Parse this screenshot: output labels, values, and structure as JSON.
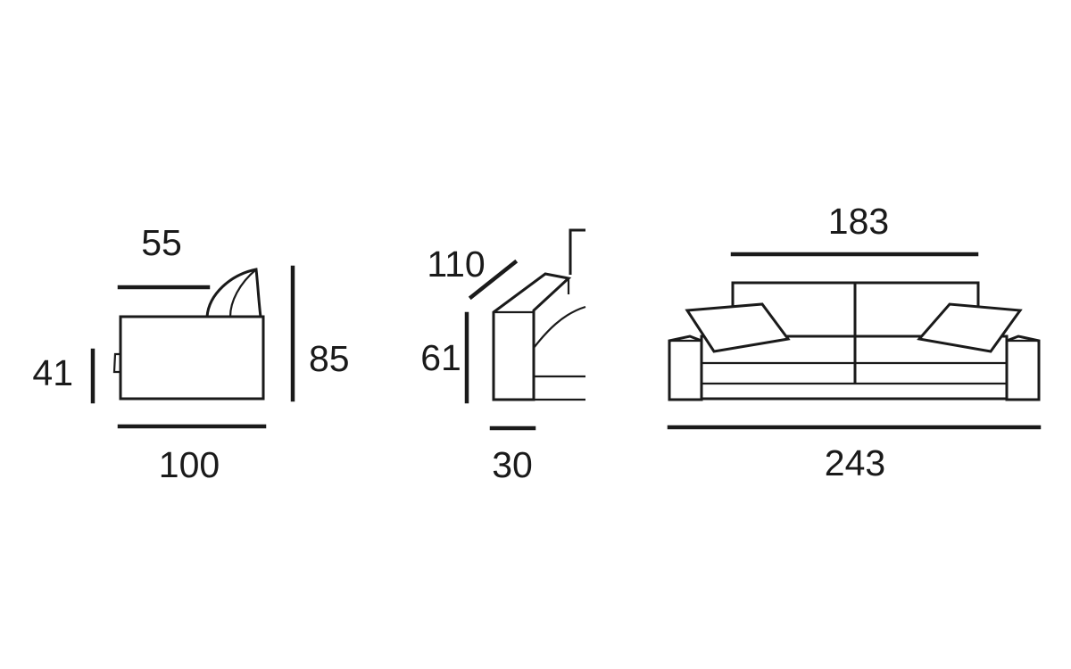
{
  "dimensions": {
    "side_view": {
      "seat_depth": "55",
      "seat_height": "41",
      "total_height": "85",
      "total_depth": "100"
    },
    "section_view": {
      "diagonal": "110",
      "arm_height": "61",
      "arm_width": "30"
    },
    "front_view": {
      "seat_width": "183",
      "total_width": "243"
    }
  }
}
